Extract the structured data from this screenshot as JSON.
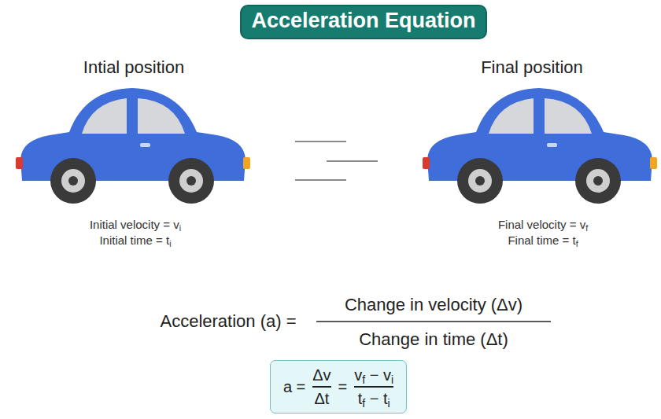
{
  "diagram": {
    "title": "Acceleration Equation",
    "nodes": [
      {
        "text": [
          "a =",
          "Δv",
          "Δt",
          "=",
          "vf − vi",
          "tf − ti"
        ]
      }
    ],
    "labels": [
      "Intial position",
      "Final position",
      "Initial velocity = vi",
      "Initial time = ti",
      "Final velocity = vf",
      "Final time = tf",
      "Acceleration (a) =",
      "Change in velocity (Δv)",
      "Change in time (Δt)"
    ]
  }
}
